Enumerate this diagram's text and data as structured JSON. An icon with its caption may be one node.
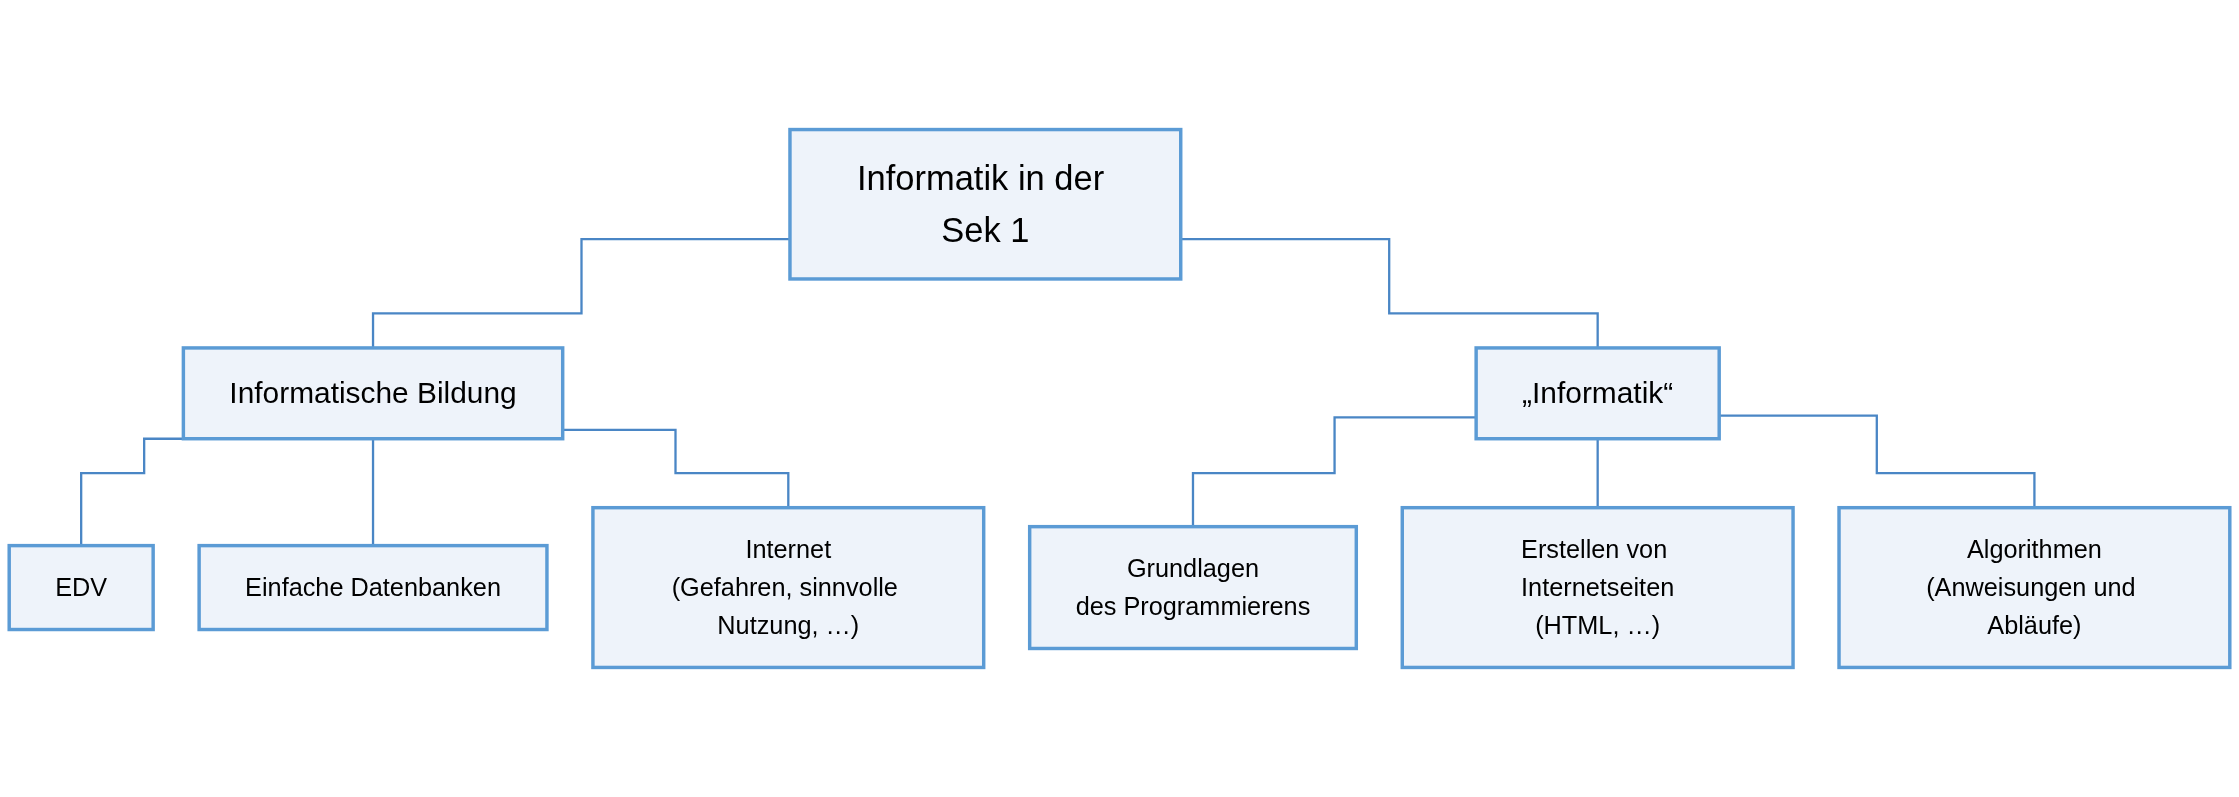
{
  "diagram": {
    "nodes": [
      {
        "text": [
          "Informatik in der Sek 1"
        ]
      },
      {
        "text": [
          "Informatische Bildung"
        ]
      },
      {
        "text": [
          "„Informatik“"
        ]
      },
      {
        "text": [
          "EDV"
        ]
      },
      {
        "text": [
          "Einfache Datenbanken"
        ]
      },
      {
        "text": [
          "Internet",
          "(Gefahren, sinnvolle Nutzung, …)"
        ]
      },
      {
        "text": [
          "Grundlagen",
          "des Programmierens"
        ]
      },
      {
        "text": [
          "Erstellen von Internetseiten",
          "(HTML, …)"
        ]
      },
      {
        "text": [
          "Algorithmen",
          "(Anweisungen und Abläufe)"
        ]
      }
    ],
    "edges": [
      {
        "from": 0,
        "to": 1,
        "arrow": "none"
      },
      {
        "from": 0,
        "to": 2,
        "arrow": "none"
      },
      {
        "from": 1,
        "to": 3,
        "arrow": "none"
      },
      {
        "from": 1,
        "to": 4,
        "arrow": "none"
      },
      {
        "from": 1,
        "to": 5,
        "arrow": "none"
      },
      {
        "from": 2,
        "to": 6,
        "arrow": "none"
      },
      {
        "from": 2,
        "to": 7,
        "arrow": "none"
      },
      {
        "from": 2,
        "to": 8,
        "arrow": "none"
      }
    ]
  }
}
